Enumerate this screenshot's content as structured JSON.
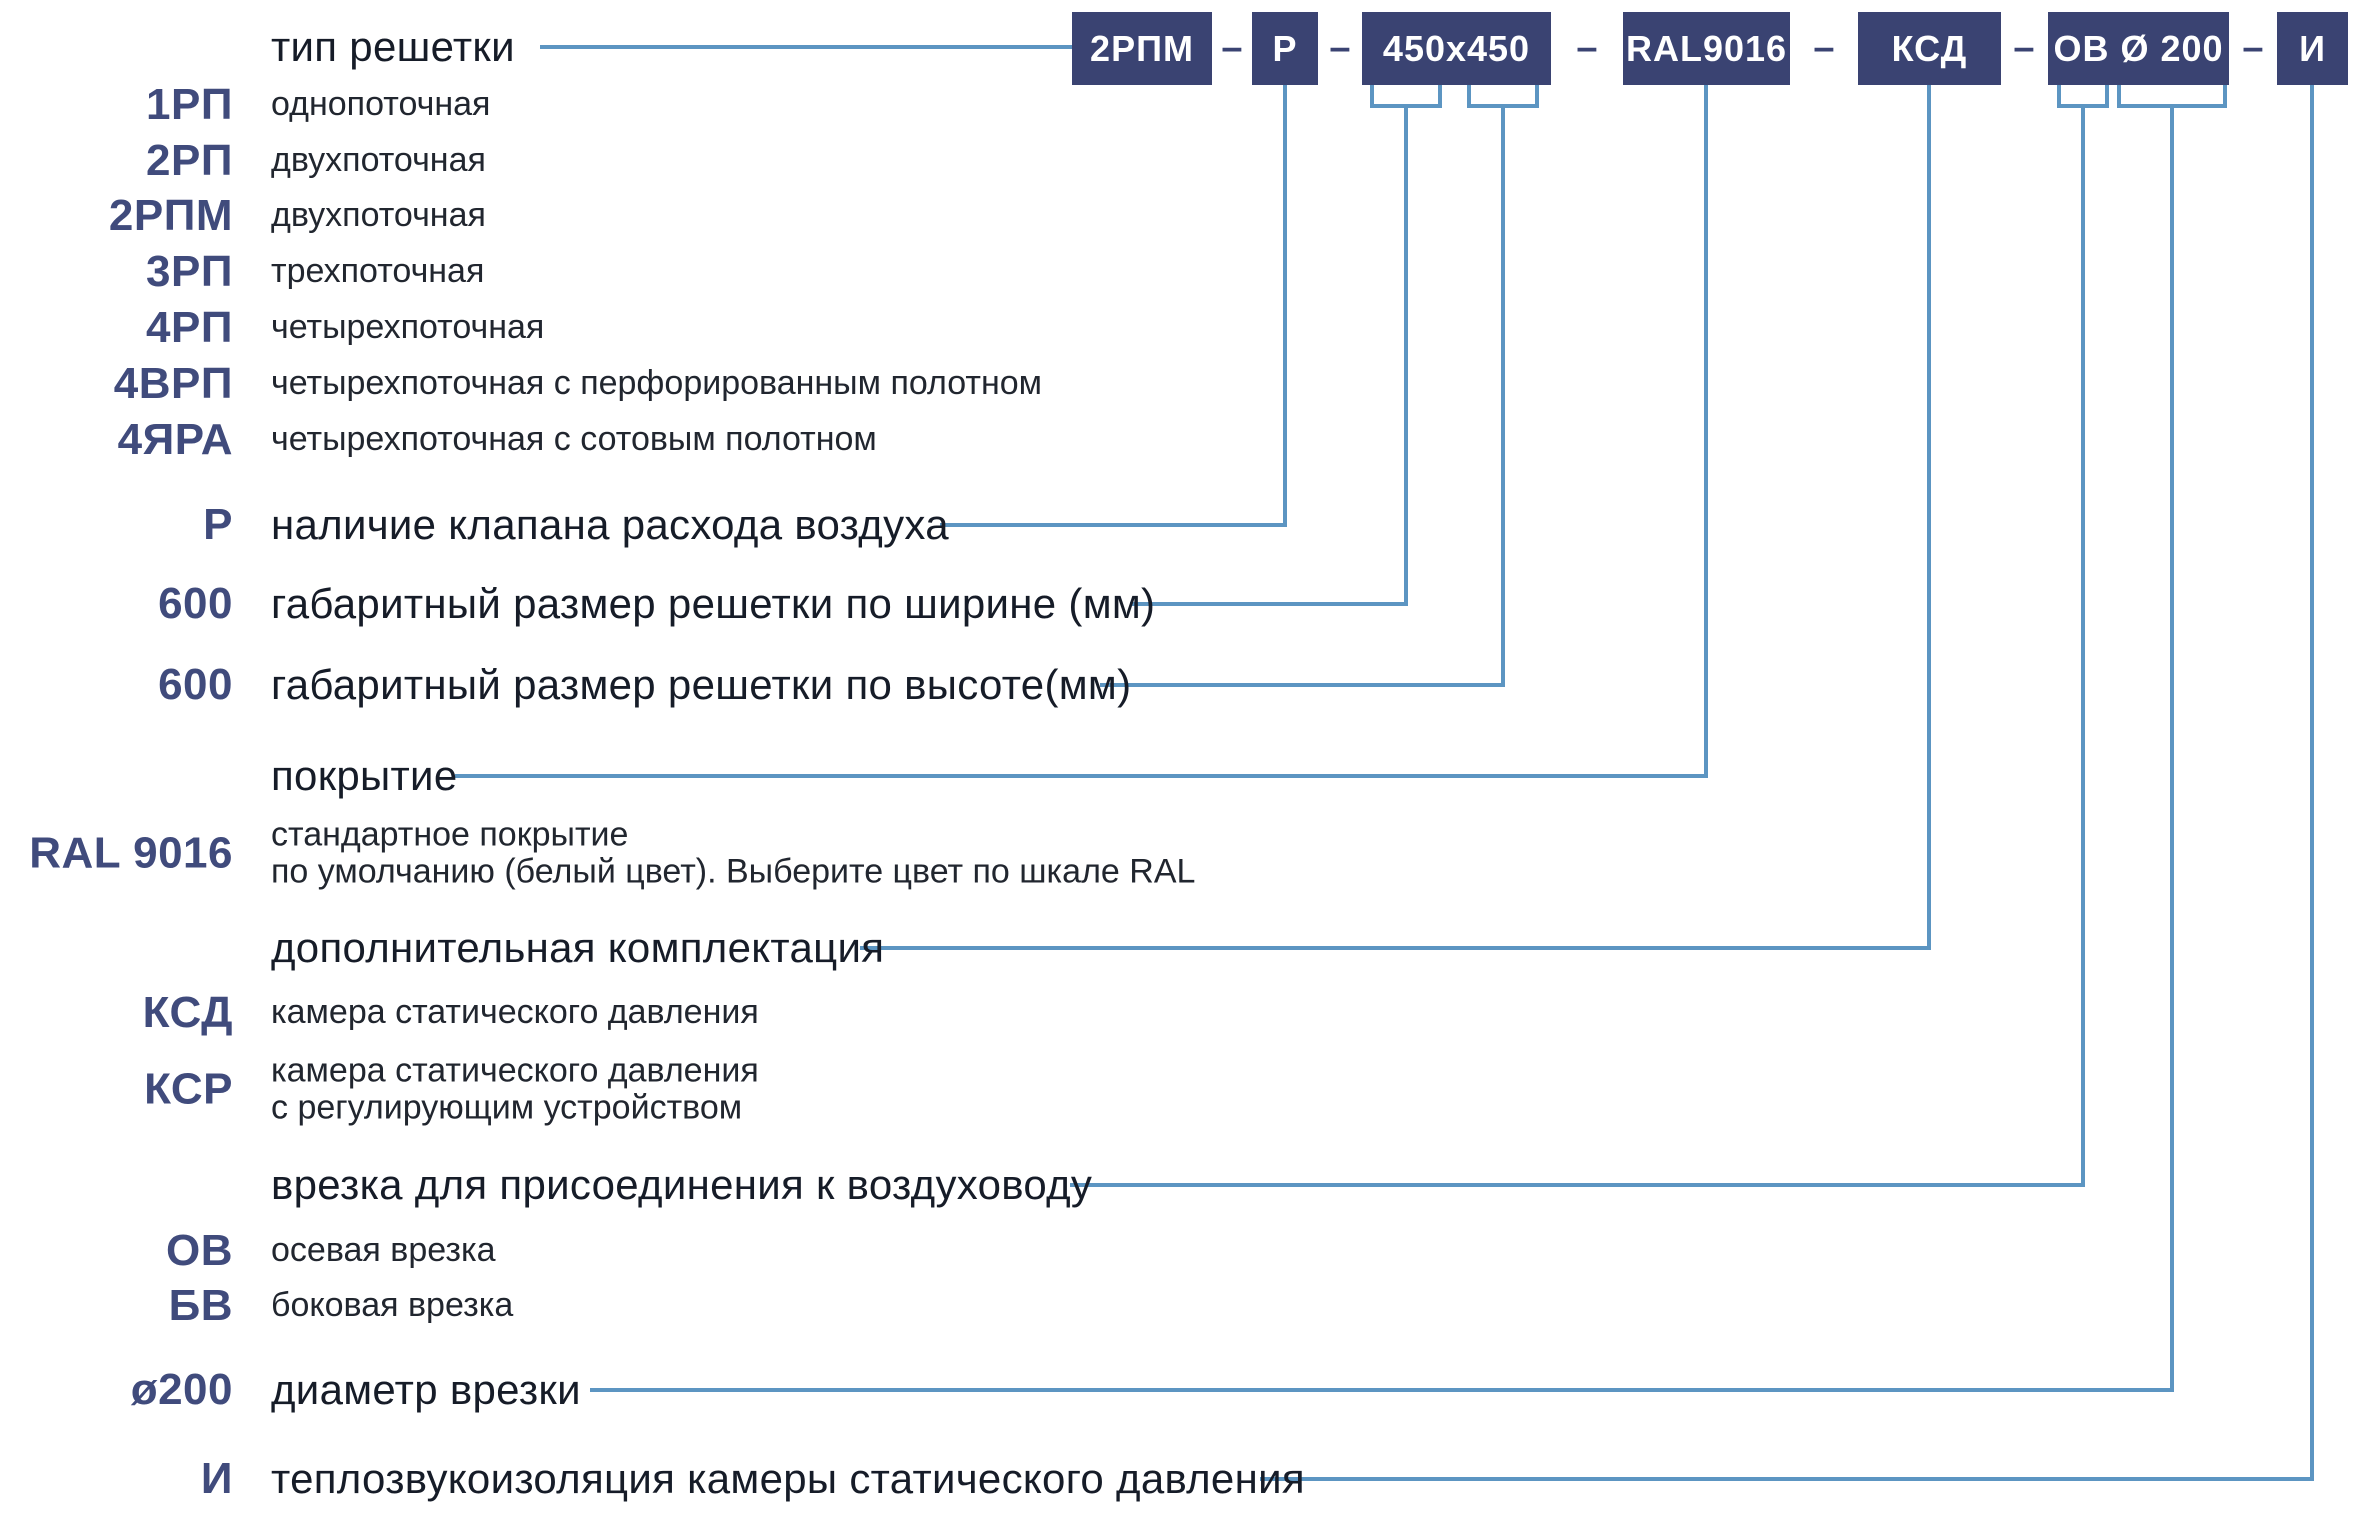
{
  "designation": {
    "separator": "–",
    "boxes": [
      {
        "id": "grille-type",
        "label": "2РПМ"
      },
      {
        "id": "valve",
        "label": "Р"
      },
      {
        "id": "size",
        "label": "450х450"
      },
      {
        "id": "coating",
        "label": "RAL9016"
      },
      {
        "id": "equipment",
        "label": "КСД"
      },
      {
        "id": "connection",
        "label": "ОВ Ø 200"
      },
      {
        "id": "insulation",
        "label": "И"
      }
    ]
  },
  "legend": {
    "rows": [
      {
        "kind": "heading",
        "code": "",
        "text": "тип решетки"
      },
      {
        "kind": "option",
        "code": "1РП",
        "text": "однопоточная"
      },
      {
        "kind": "option",
        "code": "2РП",
        "text": "двухпоточная"
      },
      {
        "kind": "option",
        "code": "2РПМ",
        "text": "двухпоточная"
      },
      {
        "kind": "option",
        "code": "3РП",
        "text": "трехпоточная"
      },
      {
        "kind": "option",
        "code": "4РП",
        "text": "четырехпоточная"
      },
      {
        "kind": "option",
        "code": "4ВРП",
        "text": "четырехпоточная с перфорированным полотном"
      },
      {
        "kind": "option",
        "code": "4ЯРА",
        "text": "четырехпоточная с сотовым полотном"
      },
      {
        "kind": "heading",
        "code": "Р",
        "text": "наличие клапана расхода воздуха"
      },
      {
        "kind": "heading",
        "code": "600",
        "text": "габаритный размер решетки по ширине (мм)"
      },
      {
        "kind": "heading",
        "code": "600",
        "text": "габаритный размер решетки по высоте(мм)"
      },
      {
        "kind": "heading",
        "code": "",
        "text": "покрытие"
      },
      {
        "kind": "option",
        "code": "RAL 9016",
        "text": "стандартное покрытие",
        "text2": "по умолчанию (белый цвет). Выберите цвет по шкале RAL"
      },
      {
        "kind": "heading",
        "code": "",
        "text": "дополнительная комплектация"
      },
      {
        "kind": "option",
        "code": "КСД",
        "text": "камера статического давления"
      },
      {
        "kind": "option",
        "code": "КСР",
        "text": "камера статического давления",
        "text2": "с регулирующим устройством"
      },
      {
        "kind": "heading",
        "code": "",
        "text": "врезка для присоединения к воздуховоду"
      },
      {
        "kind": "option",
        "code": "ОВ",
        "text": "осевая врезка"
      },
      {
        "kind": "option",
        "code": "БВ",
        "text": "боковая врезка"
      },
      {
        "kind": "heading",
        "code": "ø200",
        "text": "диаметр врезки"
      },
      {
        "kind": "heading",
        "code": "И",
        "text": "теплозвукоизоляция камеры статического давления"
      }
    ]
  },
  "colors": {
    "box_fill": "#3A4372",
    "box_text": "#FFFFFF",
    "connector": "#5C95C2",
    "code_text": "#404B7C",
    "heading_text": "#161C28",
    "desc_text": "#21262F",
    "background": "#FFFFFF"
  }
}
